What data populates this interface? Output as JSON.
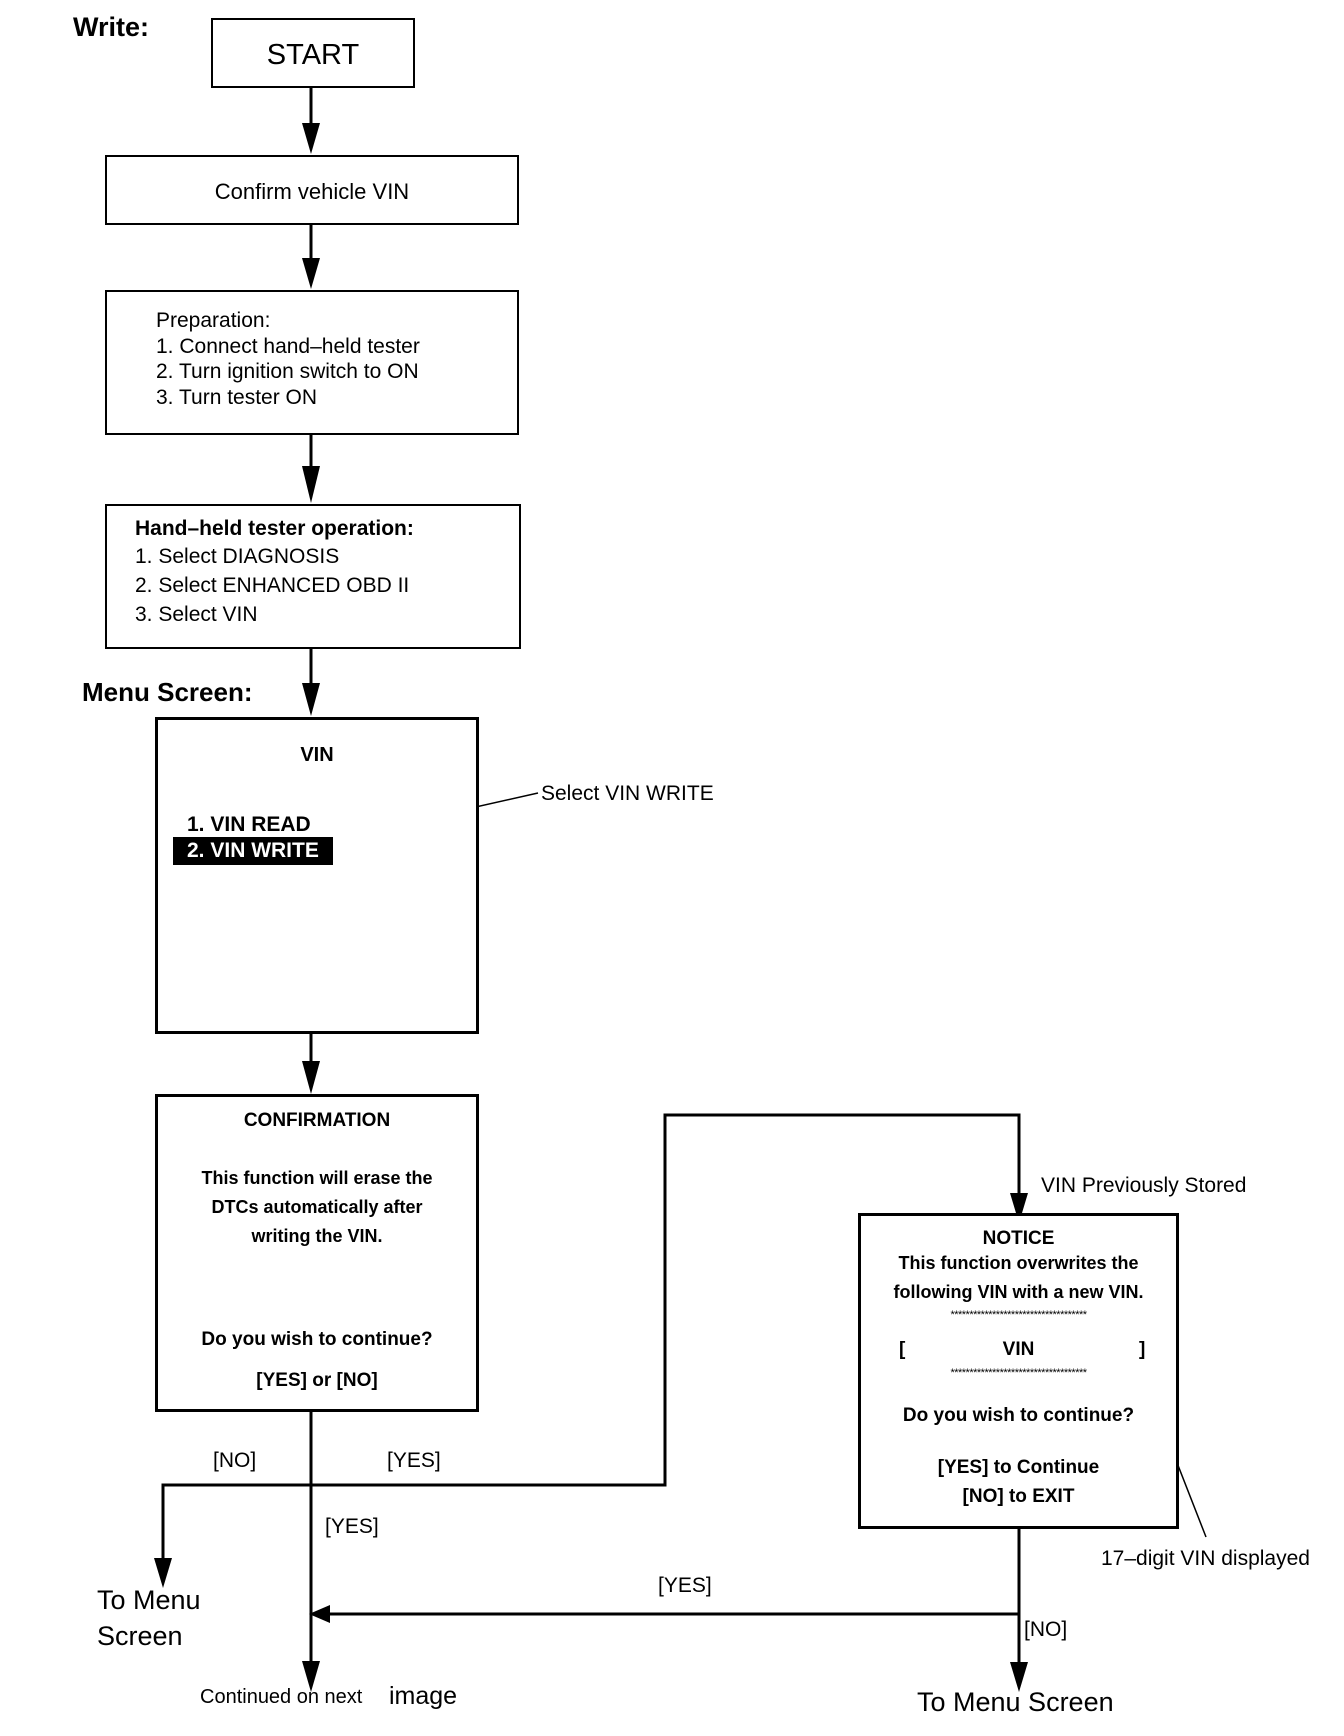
{
  "title": "Write:",
  "steps": {
    "start": "START",
    "confirm_vin": "Confirm vehicle VIN",
    "preparation": {
      "heading": "Preparation:",
      "items": [
        "1. Connect hand–held tester",
        "2. Turn ignition switch to ON",
        "3. Turn tester ON"
      ]
    },
    "tester_operation": {
      "heading": "Hand–held tester operation:",
      "items": [
        "1. Select DIAGNOSIS",
        "2. Select ENHANCED OBD II",
        "3. Select VIN"
      ]
    }
  },
  "menu_screen": {
    "label": "Menu Screen:",
    "title": "VIN",
    "items": [
      "1. VIN READ",
      "2. VIN WRITE"
    ],
    "callout": "Select VIN WRITE"
  },
  "confirmation": {
    "title": "CONFIRMATION",
    "message": [
      "This function will erase the",
      "DTCs automatically after",
      "writing the VIN."
    ],
    "question": "Do you wish to continue?",
    "options": "[YES] or [NO]"
  },
  "notice": {
    "label": "VIN Previously Stored",
    "title": "NOTICE",
    "message": [
      "This function overwrites the",
      "following VIN with a new VIN."
    ],
    "stars": "************************************",
    "vin_open": "[",
    "vin_label": "VIN",
    "vin_close": "]",
    "question": "Do you wish to continue?",
    "yes_option": "[YES] to Continue",
    "no_option": "[NO] to EXIT",
    "callout": "17–digit VIN displayed"
  },
  "branches": {
    "no": "[NO]",
    "yes_right": "[YES]",
    "yes_down": "[YES]",
    "yes_return": "[YES]",
    "no_notice": "[NO]"
  },
  "endpoints": {
    "to_menu_left_1": "To Menu",
    "to_menu_left_2": "Screen",
    "continued": "Continued on next",
    "continued_image": "image",
    "to_menu_right": "To Menu Screen"
  }
}
